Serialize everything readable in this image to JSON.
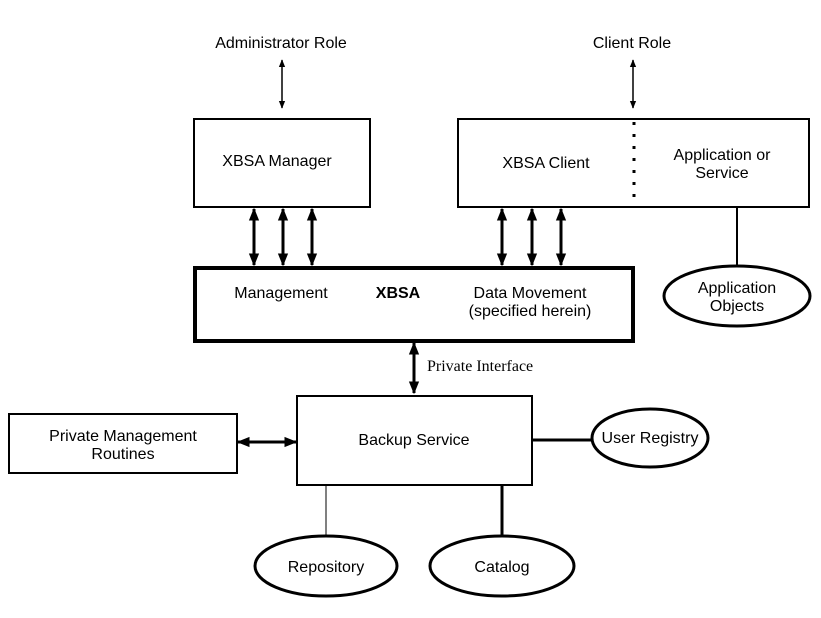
{
  "roles": {
    "administrator": "Administrator Role",
    "client": "Client Role"
  },
  "boxes": {
    "xbsa_manager": "XBSA Manager",
    "xbsa_client": "XBSA Client",
    "application_line1": "Application or",
    "application_line2": "Service",
    "xbsa_management": "Management",
    "xbsa_title": "XBSA",
    "xbsa_data_line1": "Data Movement",
    "xbsa_data_line2": "(specified herein)",
    "private_mgmt_line1": "Private Management",
    "private_mgmt_line2": "Routines",
    "backup_service": "Backup Service"
  },
  "ellipses": {
    "app_objects_line1": "Application",
    "app_objects_line2": "Objects",
    "user_registry": "User Registry",
    "repository": "Repository",
    "catalog": "Catalog"
  },
  "connectors": {
    "private_interface": "Private Interface"
  }
}
